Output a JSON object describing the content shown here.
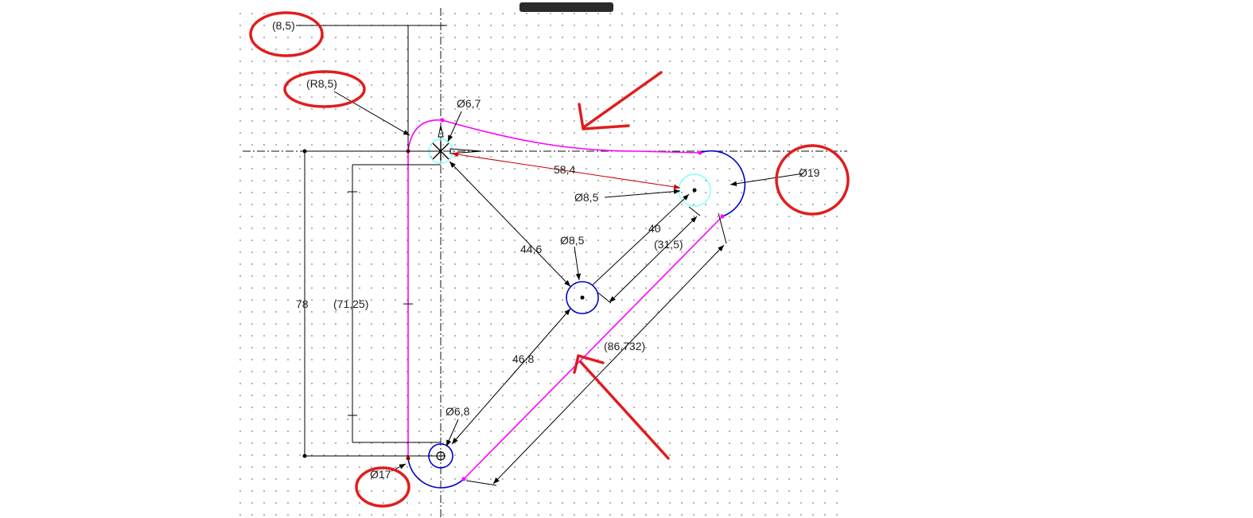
{
  "toolbar": {
    "label": ""
  },
  "dimensions": {
    "offset_85": "(8,5)",
    "radius_r85": "(R8,5)",
    "dia_67": "Ø6,7",
    "dia_19": "Ø19",
    "dia_85_right": "Ø8,5",
    "dia_85_mid": "Ø8,5",
    "dia_68": "Ø6,8",
    "dia_17": "Ø17",
    "len_584": "58,4",
    "len_446": "44,6",
    "len_40": "40",
    "len_315": "(31,5)",
    "len_468": "46,8",
    "len_86732": "(86,732)",
    "len_78": "78",
    "len_7125": "(71,25)"
  },
  "colors": {
    "profile": "#ff00ff",
    "arc": "#0000cc",
    "hole": "#7fffff",
    "highlight_dim": "#cc0000",
    "annotation": "#e11d1d",
    "grid_dot": "#999999",
    "dim_line": "#000000"
  }
}
